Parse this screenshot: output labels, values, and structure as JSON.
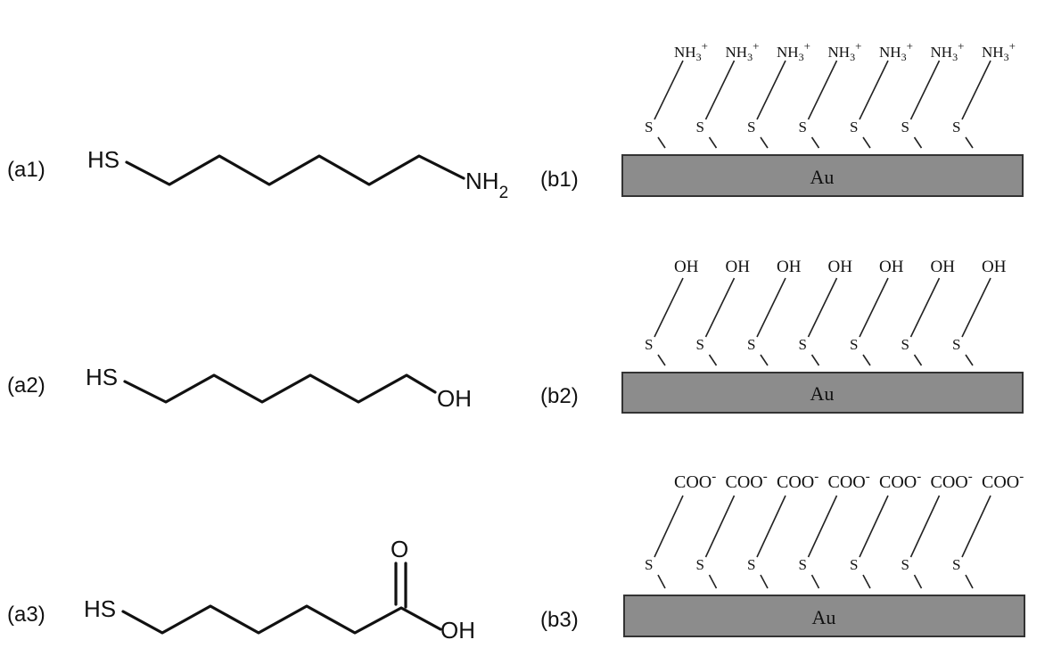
{
  "molecules": [
    {
      "panel_label": "(a1)",
      "thiol": "HS",
      "terminal": "NH",
      "terminal_sub": "2"
    },
    {
      "panel_label": "(a2)",
      "thiol": "HS",
      "terminal": "OH",
      "terminal_sub": ""
    },
    {
      "panel_label": "(a3)",
      "thiol": "HS",
      "terminal": "OH",
      "terminal_sub": "",
      "carbonyl": "O"
    }
  ],
  "surfaces": [
    {
      "panel_label": "(b1)",
      "substrate": "Au",
      "sulfur": "S",
      "head_group": "NH",
      "head_sub": "3",
      "head_sup": "+",
      "count": 7
    },
    {
      "panel_label": "(b2)",
      "substrate": "Au",
      "sulfur": "S",
      "head_group": "OH",
      "head_sub": "",
      "head_sup": "",
      "count": 7
    },
    {
      "panel_label": "(b3)",
      "substrate": "Au",
      "sulfur": "S",
      "head_group": "COO",
      "head_sub": "",
      "head_sup": "-",
      "count": 7
    }
  ],
  "colors": {
    "substrate_fill": "#8c8c8c",
    "ink": "#111111"
  }
}
